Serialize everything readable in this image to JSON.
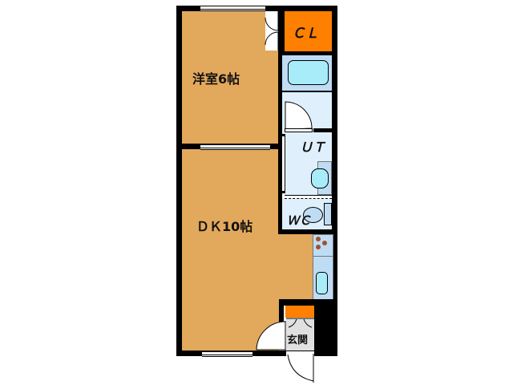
{
  "floorplan": {
    "rooms": {
      "western_room": {
        "label": "洋室6帖"
      },
      "dining_kitchen": {
        "label": "ＤＫ10帖"
      },
      "closet": {
        "label": "ＣＬ"
      },
      "utility": {
        "label": "ＵＴ"
      },
      "toilet": {
        "label": "ＷＣ"
      },
      "entrance": {
        "label": "玄関"
      }
    },
    "colors": {
      "room_floor": "#e2a85c",
      "closet": "#ff8000",
      "wet_area": "#dff0fc",
      "fixture": "#a8ecfa",
      "entrance": "#e0e0e0",
      "wall": "#000000"
    }
  }
}
